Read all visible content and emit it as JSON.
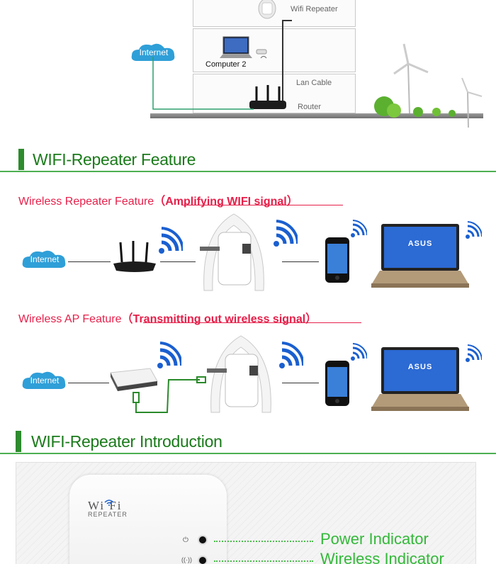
{
  "diagram": {
    "wifi_repeater_label": "Wifi Repeater",
    "computer_label": "Computer 2",
    "lan_cable_label": "Lan Cable",
    "router_label": "Router",
    "internet_label": "Internet"
  },
  "section1": {
    "title": "WIFI-Repeater Feature"
  },
  "repeater_feature": {
    "title_main": "Wireless Repeater Feature",
    "title_emph": "（Amplifying WIFI signal）",
    "internet_label": "Internet"
  },
  "ap_feature": {
    "title_main": "Wireless AP Feature",
    "title_emph": "（Transmitting out wireless signal）",
    "internet_label": "Internet"
  },
  "laptop_brand": "ASUS",
  "section2": {
    "title": "WIFI-Repeater Introduction"
  },
  "intro": {
    "device_logo": "Wi  Fi",
    "device_sub": "REPEATER",
    "power_indicator": "Power Indicator",
    "wireless_indicator": "Wireless Indicator"
  },
  "colors": {
    "accent_green": "#2e8b2e",
    "feature_red": "#e6204a",
    "cloud_blue": "#2f9fd8",
    "wifi_blue": "#1a5fd0"
  }
}
